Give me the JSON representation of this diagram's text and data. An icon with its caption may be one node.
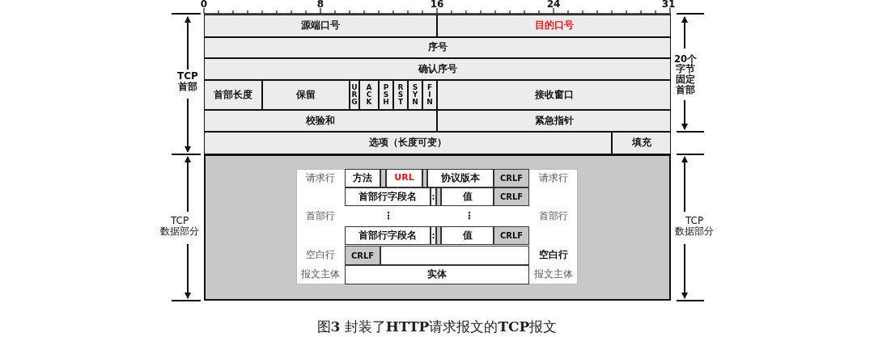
{
  "diagram": {
    "caption": "图**3** 封装了**HTTP**请求报文的**TCP**报文",
    "labels": [
      "0",
      "8",
      "16",
      "24",
      "31",
      "源端口号",
      "目的口号",
      "序号",
      "确认序号",
      "TCP 首部",
      "20个字节固定首部",
      "首部长度",
      "保留",
      "URG",
      "ACK",
      "PSH",
      "RST",
      "SYN",
      "FIN",
      "接收窗口",
      "校验和",
      "紧急指针",
      "选项（长度可变）",
      "填充",
      "TCP 数据部分",
      "TCP 数据部分",
      "请求行",
      "方法",
      "URL",
      "协议版本",
      "CRLF",
      "请求行",
      "首部行字段名",
      ":",
      "值",
      "CRLF",
      "首部行",
      "⋮",
      "⋮",
      "首部行",
      "首部行字段名",
      ":",
      "值",
      "CRLF",
      "空白行",
      "CRLF",
      "空白行",
      "报文主体",
      "实体",
      "报文主体"
    ]
  }
}
